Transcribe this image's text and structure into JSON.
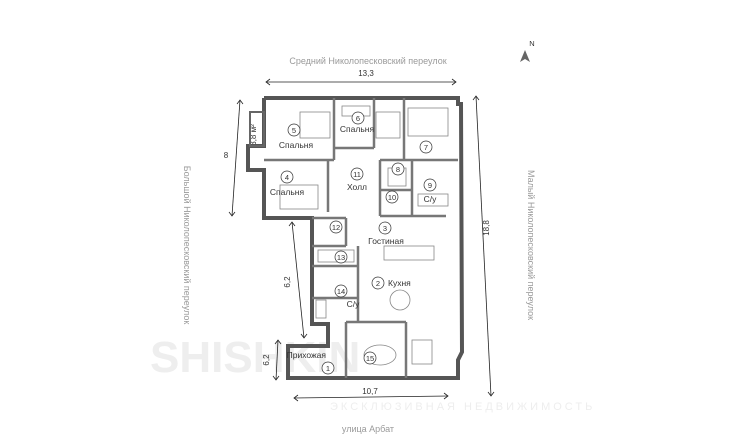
{
  "streets": {
    "top": "Средний Николопесковский переулок",
    "left": "Большой Николопесковский переулок",
    "right": "Малый Николопесковский переулок",
    "bottom": "улица Арбат"
  },
  "compass": {
    "label": "N"
  },
  "dimensions": {
    "top_width": "13,3",
    "right_height": "18,8",
    "left_upper": "8",
    "left_middle": "6,2",
    "left_lower": "6,2",
    "bottom_width": "10,7",
    "balcony_area": "3,8 м²"
  },
  "rooms": [
    {
      "num": "1",
      "label": "Прихожая"
    },
    {
      "num": "2",
      "label": "Кухня"
    },
    {
      "num": "3",
      "label": "Гостиная"
    },
    {
      "num": "4",
      "label": "Спальня"
    },
    {
      "num": "5",
      "label": "Спальня"
    },
    {
      "num": "6",
      "label": "Спальня"
    },
    {
      "num": "7",
      "label": ""
    },
    {
      "num": "8",
      "label": ""
    },
    {
      "num": "9",
      "label": "С/у"
    },
    {
      "num": "10",
      "label": ""
    },
    {
      "num": "11",
      "label": "Холл"
    },
    {
      "num": "12",
      "label": ""
    },
    {
      "num": "13",
      "label": ""
    },
    {
      "num": "14",
      "label": "С/у"
    },
    {
      "num": "15",
      "label": ""
    }
  ],
  "watermark": {
    "main": "SHISHKIN",
    "sub": "ЭКСКЛЮЗИВНАЯ НЕДВИЖИМОСТЬ"
  }
}
